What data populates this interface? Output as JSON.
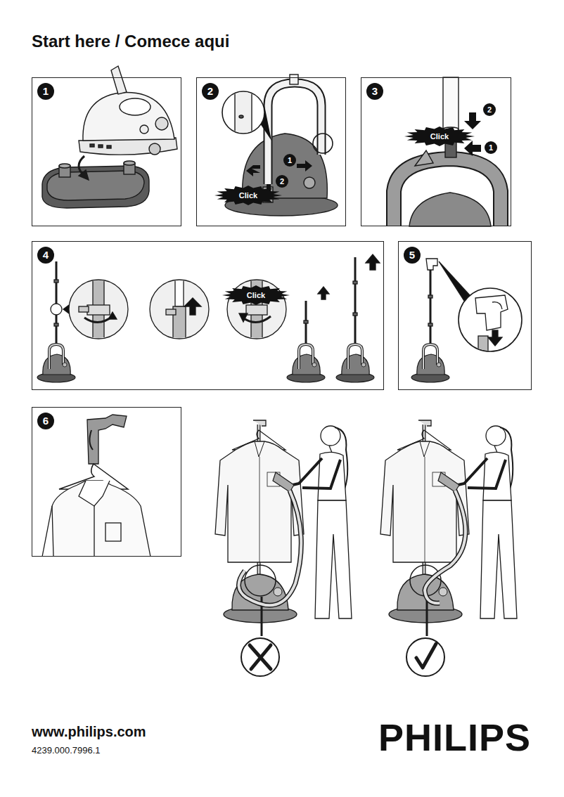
{
  "diagram": {
    "title": "Start here / Comece aqui",
    "nodes": [
      {
        "text": [
          "1"
        ]
      },
      {
        "text": [
          "2"
        ]
      },
      {
        "text": [
          "Click"
        ],
        "in": 1
      },
      {
        "text": [
          "1"
        ],
        "in": 1
      },
      {
        "text": [
          "2"
        ],
        "in": 1
      },
      {
        "text": [
          "3"
        ]
      },
      {
        "text": [
          "2"
        ],
        "in": 5
      },
      {
        "text": [
          "Click"
        ],
        "in": 5
      },
      {
        "text": [
          "1"
        ],
        "in": 5
      },
      {
        "text": [
          "4"
        ]
      },
      {
        "text": [
          "Click"
        ],
        "in": 9
      },
      {
        "text": [
          "5"
        ]
      },
      {
        "text": [
          "6"
        ]
      }
    ],
    "labels": [
      "www.philips.com",
      "4239.000.7996.1",
      "PHILIPS"
    ]
  }
}
